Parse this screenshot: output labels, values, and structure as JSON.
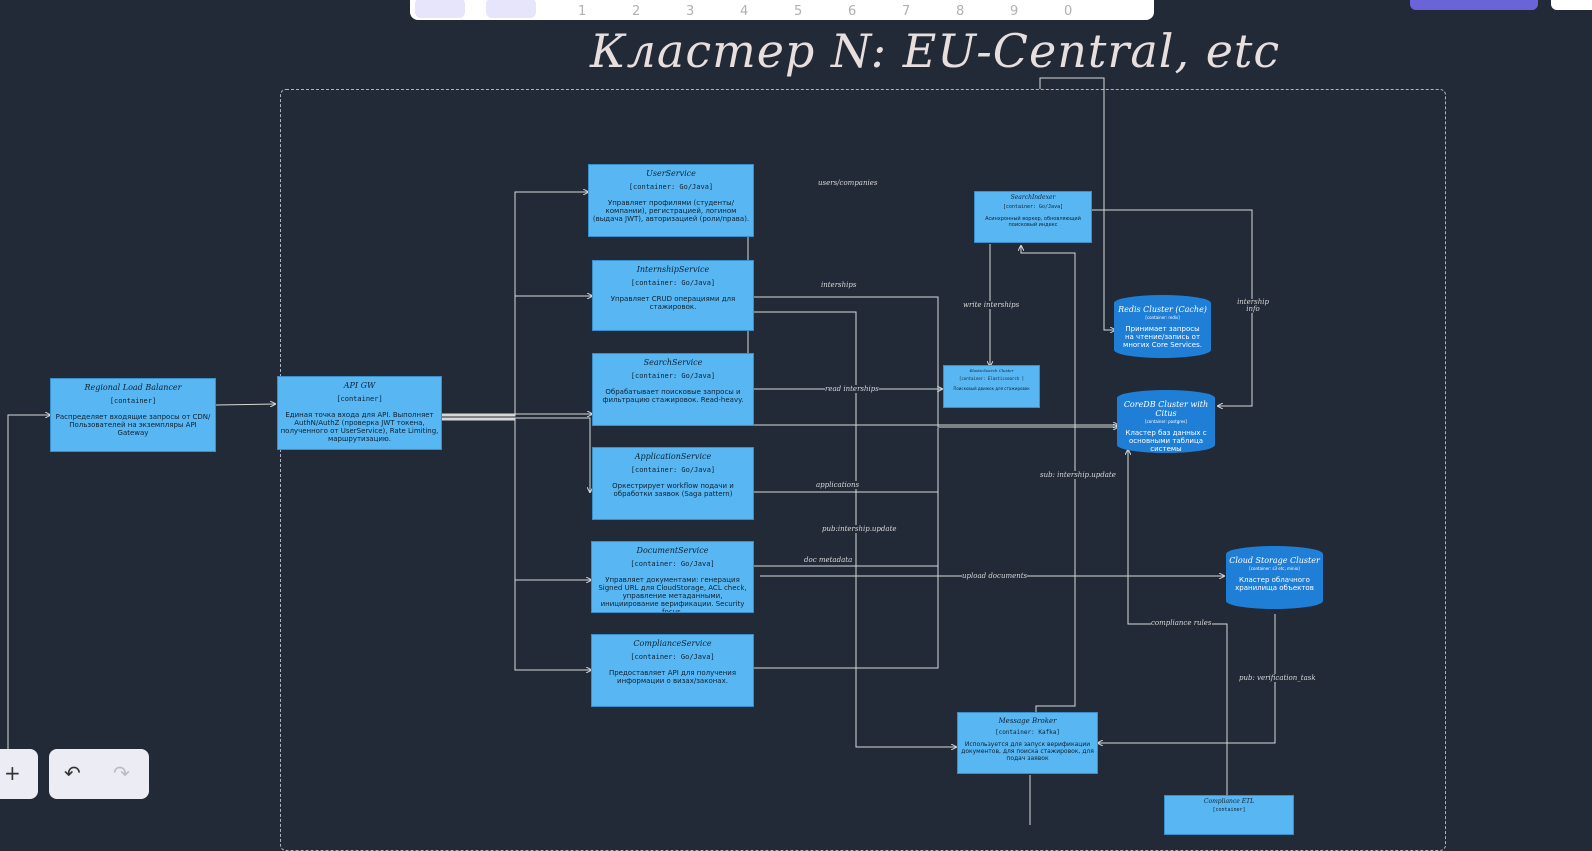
{
  "toolbar": {
    "keys": [
      "1",
      "2",
      "3",
      "4",
      "5",
      "6",
      "7",
      "8",
      "9",
      "0"
    ]
  },
  "title": "Кластер N: EU-Central, etc",
  "nodes": {
    "rlb": {
      "name": "Regional Load Balancer",
      "type": "[container]",
      "desc": "Распределяет входящие запросы от CDN/Пользователей на экземпляры API Gateway"
    },
    "api": {
      "name": "API GW",
      "type": "[container]",
      "desc": "Единая точка входа для API. Выполняет AuthN/AuthZ (проверка JWT токена, полученного от UserService), Rate Limiting, маршрутизацию."
    },
    "user": {
      "name": "UserService",
      "type": "[container: Go/Java]",
      "desc": "Управляет профилями (студенты/компании), регистрацией, логином (выдача JWT), авторизацией (роли/права)."
    },
    "intern": {
      "name": "InternshipService",
      "type": "[container: Go/Java]",
      "desc": "Управляет CRUD операциями для стажировок."
    },
    "search": {
      "name": "SearchService",
      "type": "[container: Go/Java]",
      "desc": "Обрабатывает поисковые запросы и фильтрацию стажировок. Read-heavy."
    },
    "app": {
      "name": "ApplicationService",
      "type": "[container: Go/Java]",
      "desc": "Оркестрирует workflow подачи и обработки заявок (Saga pattern)"
    },
    "doc": {
      "name": "DocumentService",
      "type": "[container: Go/Java]",
      "desc": "Управляет документами: генерация Signed URL для CloudStorage, ACL check, управление метаданными, инициирование верификации. Security focus."
    },
    "comp": {
      "name": "ComplianceService",
      "type": "[container: Go/Java]",
      "desc": "Предоставляет API для получения информации о визах/законах."
    },
    "indexer": {
      "name": "SearchIndexer",
      "type": "[container: Go/Java]",
      "desc": "Асинхронный воркер, обновляющий поисковый индекс"
    },
    "elastic": {
      "name": "ElasticSearch Cluster",
      "type": "[container: Elasticsearch ]",
      "desc": "Поисковый движок для стажировок"
    },
    "broker": {
      "name": "Message Broker",
      "type": "[container: Kafka]",
      "desc": "Используется для запуск верификации документов, для поиска стажировок, для подач заявок"
    },
    "etl": {
      "name": "Compliance ETL",
      "type": "[container]"
    }
  },
  "dbs": {
    "redis": {
      "name": "Redis Cluster (Cache)",
      "type": "[container: redis]",
      "desc": "Принимает запросы на чтение/запись от многих Core Services."
    },
    "core": {
      "name": "CoreDB Cluster with Citus",
      "type": "[container: postgres]",
      "desc": "Кластер баз данных с основными таблица системы"
    },
    "cloud": {
      "name": "Cloud Storage Cluster",
      "type": "[container: s3 etc, minio]",
      "desc": "Кластер облачного хранилища объектов"
    }
  },
  "labels": {
    "users": "users/companies",
    "interships": "interships",
    "write": "write interships",
    "read": "read interships",
    "info": "intership info",
    "applications": "applications",
    "pub": "pub:intership.update",
    "sub": "sub: intership.update",
    "docmeta": "doc metadata",
    "upload": "upload documents",
    "rules": "compliance rules",
    "verif": "pub: verification_task"
  },
  "controls": {
    "add": "+",
    "undo": "↶",
    "redo": "↷"
  }
}
